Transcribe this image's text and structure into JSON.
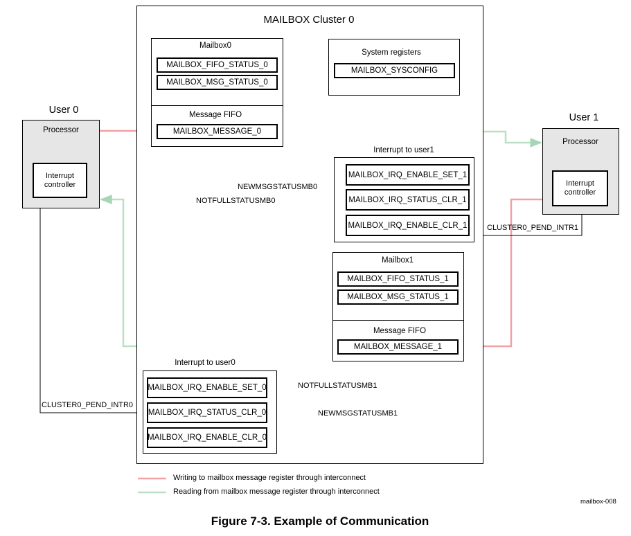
{
  "cluster": {
    "title": "MAILBOX Cluster 0"
  },
  "mailbox0": {
    "title": "Mailbox0",
    "fifo_status": "MAILBOX_FIFO_STATUS_0",
    "msg_status": "MAILBOX_MSG_STATUS_0",
    "fifo_title": "Message FIFO",
    "message": "MAILBOX_MESSAGE_0"
  },
  "system_registers": {
    "title": "System registers",
    "sysconfig": "MAILBOX_SYSCONFIG"
  },
  "irq_user1": {
    "title": "Interrupt to user1",
    "enable_set": "MAILBOX_IRQ_ENABLE_SET_1",
    "status_clr": "MAILBOX_IRQ_STATUS_CLR_1",
    "enable_clr": "MAILBOX_IRQ_ENABLE_CLR_1"
  },
  "mailbox1": {
    "title": "Mailbox1",
    "fifo_status": "MAILBOX_FIFO_STATUS_1",
    "msg_status": "MAILBOX_MSG_STATUS_1",
    "fifo_title": "Message FIFO",
    "message": "MAILBOX_MESSAGE_1"
  },
  "irq_user0": {
    "title": "Interrupt to user0",
    "enable_set": "MAILBOX_IRQ_ENABLE_SET_0",
    "status_clr": "MAILBOX_IRQ_STATUS_CLR_0",
    "enable_clr": "MAILBOX_IRQ_ENABLE_CLR_0"
  },
  "user0": {
    "title": "User 0",
    "processor": "Processor",
    "interrupt_controller": "Interrupt controller"
  },
  "user1": {
    "title": "User 1",
    "processor": "Processor",
    "interrupt_controller": "Interrupt controller"
  },
  "signals": {
    "newmsg0": "NEWMSGSTATUSMB0",
    "notfull0": "NOTFULLSTATUSMB0",
    "notfull1": "NOTFULLSTATUSMB1",
    "newmsg1": "NEWMSGSTATUSMB1",
    "pend1": "CLUSTER0_PEND_INTR1",
    "pend0": "CLUSTER0_PEND_INTR0"
  },
  "legend": {
    "write": {
      "label": "Writing to mailbox message register through interconnect",
      "color": "#f2a0a5"
    },
    "read": {
      "label": "Reading from mailbox message register through interconnect",
      "color": "#b9dfc4"
    }
  },
  "figure_id": "mailbox-008",
  "caption": "Figure 7-3. Example of Communication"
}
